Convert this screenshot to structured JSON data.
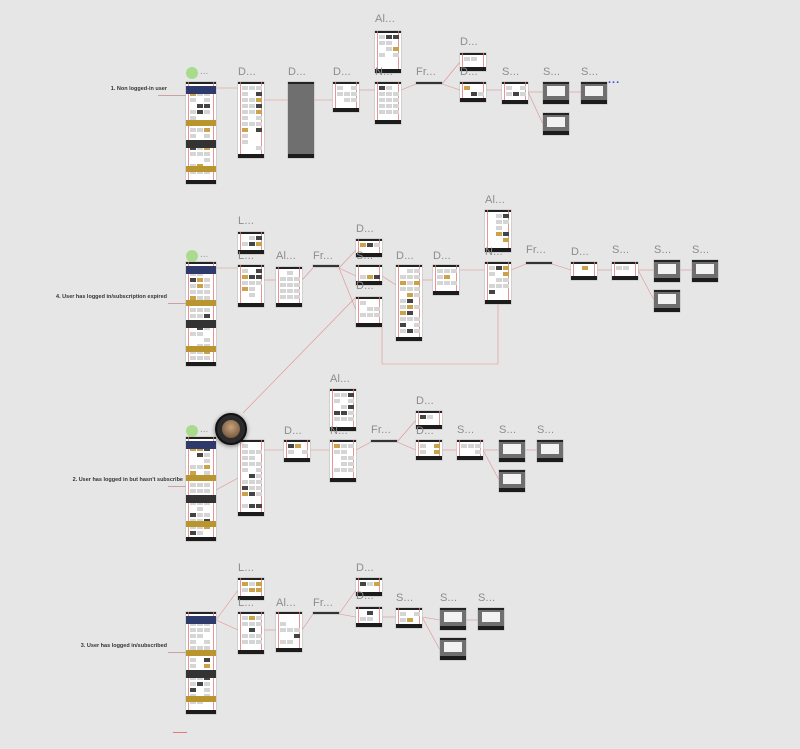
{
  "flows": [
    {
      "label": "1. Non logged-in user"
    },
    {
      "label": "4. User has logged in/subscription expired"
    },
    {
      "label": "2. User has logged in but hasn't subscribe"
    },
    {
      "label": "3. User has logged in/subscribed"
    }
  ],
  "start_dots": "...",
  "more_indicator": "...",
  "frames": [
    {
      "title": "D...",
      "kind": "page"
    },
    {
      "title": "D...",
      "kind": "dark"
    },
    {
      "title": "D...",
      "kind": "short"
    },
    {
      "title": "Al...",
      "kind": "list"
    },
    {
      "title": "N...",
      "kind": "list"
    },
    {
      "title": "Fr...",
      "kind": "bar"
    },
    {
      "title": "D...",
      "kind": "short"
    },
    {
      "title": "D...",
      "kind": "short"
    },
    {
      "title": "S...",
      "kind": "short"
    },
    {
      "title": "S...",
      "kind": "dark"
    },
    {
      "title": "S...",
      "kind": "dark"
    },
    {
      "title": "L...",
      "kind": "list"
    },
    {
      "title": "L...",
      "kind": "list"
    },
    {
      "title": "Al...",
      "kind": "list"
    },
    {
      "title": "Fr...",
      "kind": "bar"
    },
    {
      "title": "D...",
      "kind": "short"
    },
    {
      "title": "S...",
      "kind": "short"
    },
    {
      "title": "D...",
      "kind": "short"
    },
    {
      "title": "D...",
      "kind": "page"
    },
    {
      "title": "D...",
      "kind": "short"
    },
    {
      "title": "Al...",
      "kind": "list"
    },
    {
      "title": "N...",
      "kind": "list"
    },
    {
      "title": "Fr...",
      "kind": "bar"
    },
    {
      "title": "D...",
      "kind": "short"
    },
    {
      "title": "S...",
      "kind": "short"
    },
    {
      "title": "S...",
      "kind": "dark"
    },
    {
      "title": "S...",
      "kind": "dark"
    },
    {
      "title": "D...",
      "kind": "short"
    },
    {
      "title": "Al...",
      "kind": "list"
    },
    {
      "title": "N...",
      "kind": "list"
    },
    {
      "title": "Fr...",
      "kind": "bar"
    },
    {
      "title": "D...",
      "kind": "short"
    },
    {
      "title": "D...",
      "kind": "short"
    },
    {
      "title": "S...",
      "kind": "short"
    },
    {
      "title": "S...",
      "kind": "dark"
    },
    {
      "title": "S...",
      "kind": "dark"
    },
    {
      "title": "L...",
      "kind": "list"
    },
    {
      "title": "L...",
      "kind": "list"
    },
    {
      "title": "Al...",
      "kind": "list"
    },
    {
      "title": "Fr...",
      "kind": "bar"
    },
    {
      "title": "D...",
      "kind": "short"
    },
    {
      "title": "D...",
      "kind": "short"
    },
    {
      "title": "S...",
      "kind": "short"
    },
    {
      "title": "S...",
      "kind": "dark"
    },
    {
      "title": "S...",
      "kind": "dark"
    }
  ],
  "colors": {
    "canvas": "#e6e6e6",
    "connector": "#e07a7a",
    "start_dot": "#a8dc8c",
    "more_link": "#3a4fd6"
  }
}
